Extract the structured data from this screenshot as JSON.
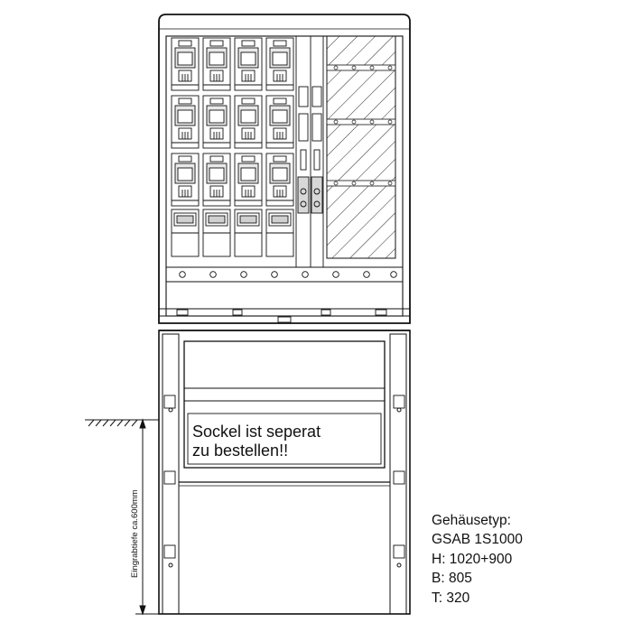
{
  "note": {
    "line1": "Sockel ist seperat",
    "line2": "zu bestellen!!"
  },
  "dimension": {
    "depth_label": "Eingrabtiefe ca.600mm"
  },
  "specs": [
    {
      "text": "Gehäusetyp:"
    },
    {
      "text": "GSAB 1S1000"
    },
    {
      "text": "H: 1020+900"
    },
    {
      "text": "B: 805"
    },
    {
      "text": "T: 320"
    }
  ],
  "colors": {
    "line": "#111111",
    "fill_light": "#e6e6e6",
    "fill_mid": "#c8c8c8"
  }
}
